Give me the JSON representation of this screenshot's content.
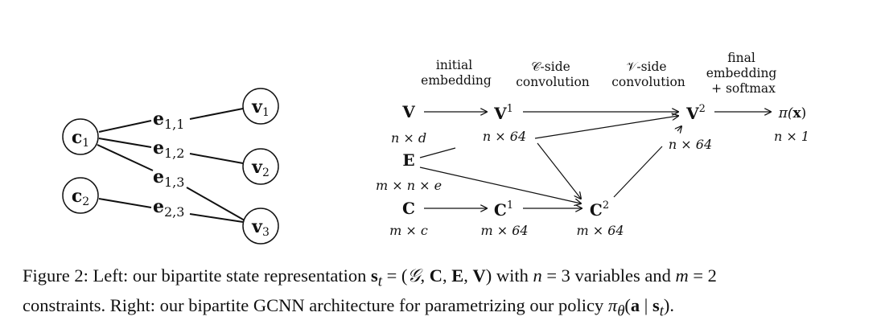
{
  "left_graph": {
    "constraint_nodes": [
      {
        "base": "c",
        "sub": "1"
      },
      {
        "base": "c",
        "sub": "2"
      }
    ],
    "variable_nodes": [
      {
        "base": "v",
        "sub": "1"
      },
      {
        "base": "v",
        "sub": "2"
      },
      {
        "base": "v",
        "sub": "3"
      }
    ],
    "edges": [
      {
        "base": "e",
        "sub": "1,1"
      },
      {
        "base": "e",
        "sub": "1,2"
      },
      {
        "base": "e",
        "sub": "1,3"
      },
      {
        "base": "e",
        "sub": "2,3"
      }
    ]
  },
  "architecture": {
    "stage_labels": [
      [
        "initial",
        "embedding"
      ],
      [
        "𝒞-side",
        "convolution"
      ],
      [
        "𝒱-side",
        "convolution"
      ],
      [
        "final",
        "embedding",
        "+ softmax"
      ]
    ],
    "nodes": {
      "V": {
        "base": "V",
        "sup": "",
        "dim": "n × d"
      },
      "E": {
        "base": "E",
        "sup": "",
        "dim": "m × n × e"
      },
      "C": {
        "base": "C",
        "sup": "",
        "dim": "m × c"
      },
      "V1": {
        "base": "V",
        "sup": "1",
        "dim": "n × 64"
      },
      "C1": {
        "base": "C",
        "sup": "1",
        "dim": "m × 64"
      },
      "C2": {
        "base": "C",
        "sup": "2",
        "dim": "m × 64"
      },
      "V2": {
        "base": "V",
        "sup": "2",
        "dim": "n × 64"
      },
      "PI": {
        "text": "π(",
        "arg": "x",
        "close": ")",
        "dim": "n × 1"
      }
    }
  },
  "caption": {
    "line1": {
      "t1": "Figure 2: Left: our bipartite state representation ",
      "s": "s",
      "t": "t",
      "eq": " = (",
      "G": "𝒢",
      "comma1": ", ",
      "C": "C",
      "comma2": ", ",
      "E": "E",
      "comma3": ", ",
      "V": "V",
      "close": ")",
      "t2": " with ",
      "n": "n",
      "t3": " = 3 variables and ",
      "m": "m",
      "t4": " = 2"
    },
    "line2": {
      "t1": "constraints. Right: our bipartite GCNN architecture for parametrizing our policy ",
      "pi": "π",
      "theta": "θ",
      "open": "(",
      "a": "a",
      "bar": " | ",
      "s": "s",
      "t": "t",
      "close": ")."
    }
  }
}
